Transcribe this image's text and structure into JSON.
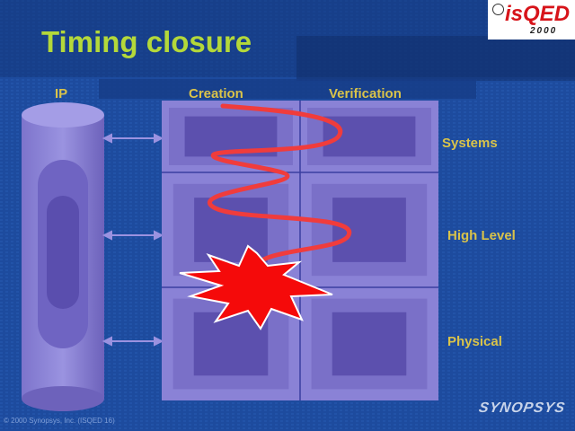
{
  "slide": {
    "title": "Timing closure",
    "logo": {
      "text": "isQED",
      "year": "2000"
    },
    "columns": {
      "ip": "IP",
      "creation": "Creation",
      "verification": "Verification"
    },
    "rows": {
      "systems": "Systems",
      "high_level": "High Level",
      "physical": "Physical"
    },
    "copyright": "© 2000 Synopsys, Inc. (ISQED 16)",
    "brand": "SYNOPSYS"
  },
  "colors": {
    "background": "#1c4a9c",
    "title": "#b4d83a",
    "label": "#d9c34a",
    "grid": "#7878c8",
    "path": "#f03c3c",
    "starburst": "#f50a0a"
  }
}
